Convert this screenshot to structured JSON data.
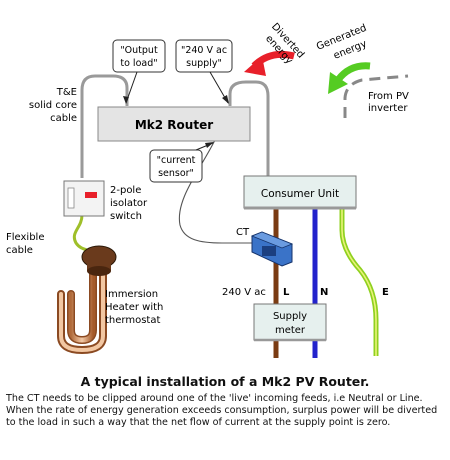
{
  "labels": {
    "output_to_load": [
      "\"Output",
      "to load\""
    ],
    "supply_240": [
      "\"240 V ac",
      "supply\""
    ],
    "diverted_energy": [
      "Diverted",
      "energy"
    ],
    "generated_energy": [
      "Generated",
      "energy"
    ],
    "from_pv_inverter": [
      "From PV",
      "inverter"
    ],
    "te_cable": [
      "T&E",
      "solid core",
      "cable"
    ],
    "mk2_router": "Mk2 Router",
    "current_sensor": [
      "\"current",
      "sensor\""
    ],
    "consumer_unit": "Consumer Unit",
    "isolator": [
      "2-pole",
      "isolator",
      "switch"
    ],
    "ct": "CT",
    "flexible_cable": [
      "Flexible",
      "cable"
    ],
    "immersion_heater": [
      "Immersion",
      "Heater with",
      "thermostat"
    ],
    "v240ac": "240 V ac",
    "live": "L",
    "neutral": "N",
    "earth": "E",
    "supply_meter": [
      "Supply",
      "meter"
    ]
  },
  "caption": {
    "title": "A typical installation of a Mk2 PV Router.",
    "body": "The CT needs to be clipped around one of the 'live' incoming feeds, i.e Neutral or Line. When the rate of energy generation exceeds consumption, surplus power will be diverted to the load in such a way that the net flow of current at the supply point is zero."
  },
  "colors": {
    "diverted_arrow": "#e8202a",
    "generated_arrow": "#55cc22",
    "live_wire": "#7a3b12",
    "neutral_wire": "#2222cc",
    "earth_wire": "#aadd22",
    "ct_body": "#2b62b8",
    "box_fill": "#e6f0ee",
    "router_fill": "#e4e4e4"
  }
}
